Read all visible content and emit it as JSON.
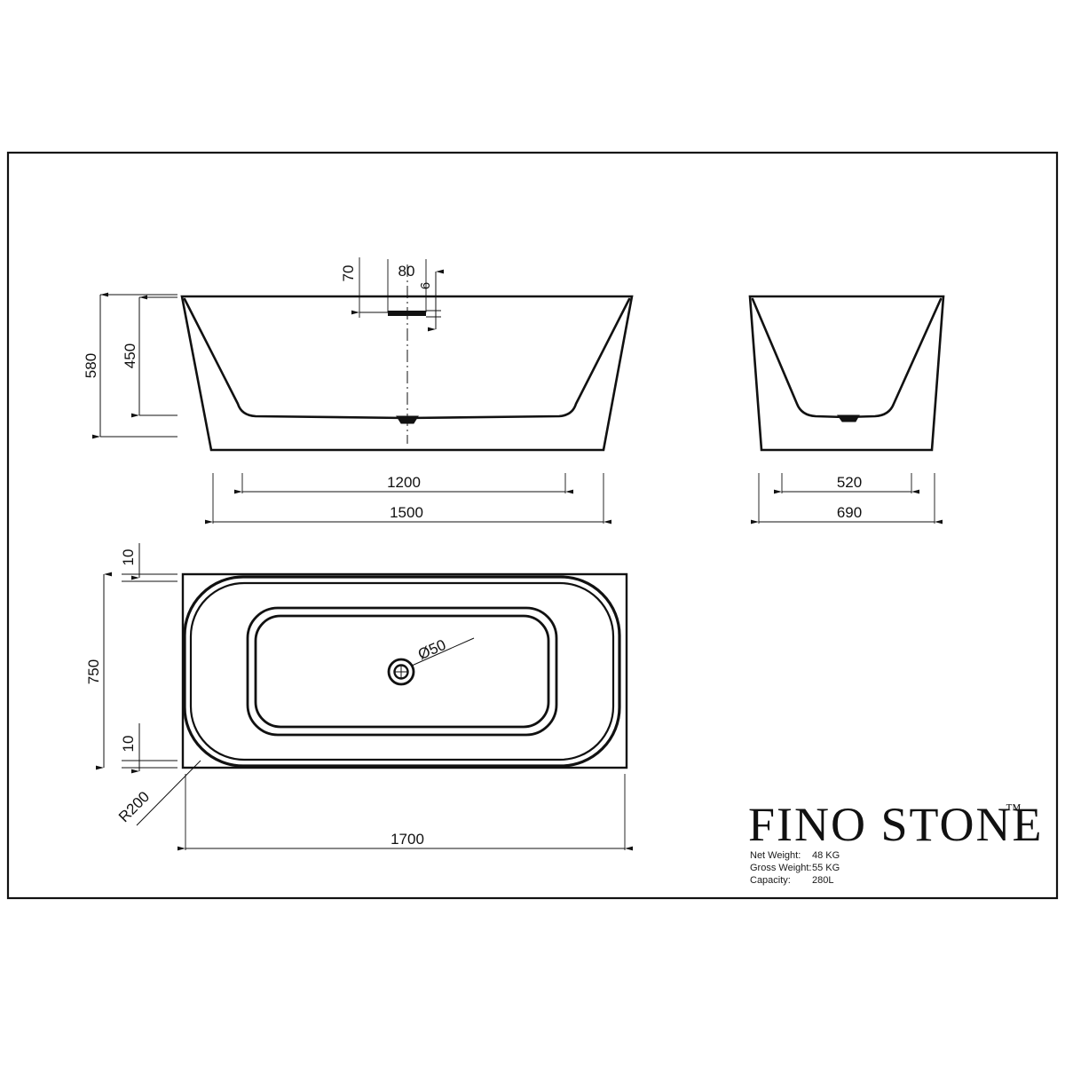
{
  "sheet": {
    "background_color": "#ffffff",
    "border_color": "#111111",
    "line_color": "#111111"
  },
  "front_view": {
    "name": "front-elevation",
    "dimensions": {
      "overall_height": "580",
      "inner_height": "450",
      "overall_width": "1500",
      "base_width": "1200",
      "overflow_offset": "70",
      "overflow_width": "80",
      "overflow_thickness": "6"
    }
  },
  "side_view": {
    "name": "side-elevation",
    "dimensions": {
      "overall_width": "690",
      "base_width": "520"
    }
  },
  "plan_view": {
    "name": "top-plan",
    "dimensions": {
      "overall_length": "1700",
      "overall_width": "750",
      "rim_top": "10",
      "rim_bottom": "10",
      "corner_radius": "R200",
      "drain_diameter": "Ø50"
    }
  },
  "branding": {
    "logo": "FINO STONE",
    "trademark": "™",
    "specs": [
      {
        "label": "Net Weight:",
        "value": "48 KG"
      },
      {
        "label": "Gross Weight:",
        "value": "55 KG"
      },
      {
        "label": "Capacity:",
        "value": "280L"
      }
    ]
  }
}
